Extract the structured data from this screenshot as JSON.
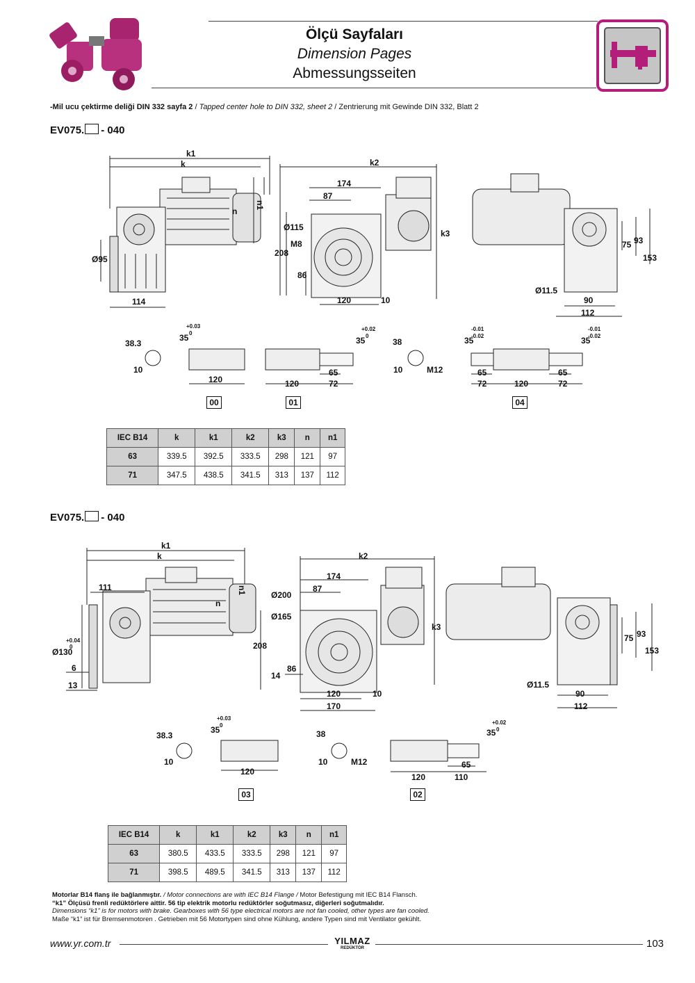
{
  "header": {
    "title_tr": "Ölçü Sayfaları",
    "title_en": "Dimension Pages",
    "title_de": "Abmessungsseiten",
    "icon": "caliper-icon",
    "accent": "#b21e7a"
  },
  "note": {
    "tr": "-Mil ucu çektirme deliği DIN 332 sayfa 2",
    "sep1": "/",
    "en": "Tapped center hole to DIN 332, sheet 2",
    "sep2": "/",
    "de": "Zentrierung mit Gewinde DIN 332, Blatt 2"
  },
  "section1": {
    "title_pre": "EV075.",
    "title_post": "- 040",
    "labels": {
      "k1": "k1",
      "k": "k",
      "k2": "k2",
      "n": "n",
      "n1": "n1",
      "k3": "k3",
      "d95": "Ø95",
      "d114": "114",
      "d174": "174",
      "d87": "87",
      "d115": "Ø115",
      "m8": "M8",
      "d208": "208",
      "d86": "86",
      "d120": "120",
      "d10": "10",
      "d75": "75",
      "d93": "93",
      "d153": "153",
      "d115b": "Ø11.5",
      "d90": "90",
      "d112": "112"
    },
    "shaft": {
      "s383": "38.3",
      "s10": "10",
      "s35a": "35",
      "tol_a_up": "+0.03",
      "tol_a_dn": "0",
      "s120a": "120",
      "s120b": "120",
      "s65a": "65",
      "s72a": "72",
      "s35b": "35",
      "tol_b_up": "+0.02",
      "tol_b_dn": "0",
      "s38": "38",
      "s10b": "10",
      "m12": "M12",
      "s35c": "35",
      "tol_c_up": "-0.01",
      "tol_c_dn": "-0.02",
      "s65b": "65",
      "s72b": "72",
      "s120c": "120",
      "s65c": "65",
      "s72c": "72",
      "s35d": "35",
      "tol_d_up": "-0.01",
      "tol_d_dn": "-0.02"
    },
    "codes": [
      "00",
      "01",
      "04"
    ],
    "table": {
      "headers": [
        "IEC B14",
        "k",
        "k1",
        "k2",
        "k3",
        "n",
        "n1"
      ],
      "rows": [
        [
          "63",
          "339.5",
          "392.5",
          "333.5",
          "298",
          "121",
          "97"
        ],
        [
          "71",
          "347.5",
          "438.5",
          "341.5",
          "313",
          "137",
          "112"
        ]
      ]
    }
  },
  "section2": {
    "title_pre": "EV075.",
    "title_post": "- 040",
    "labels": {
      "k1": "k1",
      "k": "k",
      "k2": "k2",
      "n": "n",
      "n1": "n1",
      "k3": "k3",
      "d111": "111",
      "d130": "Ø130",
      "tol_up": "+0.04",
      "tol_dn": "0",
      "d6": "6",
      "d13": "13",
      "d174": "174",
      "d87": "87",
      "d200": "Ø200",
      "d165": "Ø165",
      "d208": "208",
      "d14": "14",
      "d86": "86",
      "d120": "120",
      "d170": "170",
      "d10": "10",
      "d75": "75",
      "d93": "93",
      "d153": "153",
      "d115b": "Ø11.5",
      "d90": "90",
      "d112": "112"
    },
    "shaft": {
      "s383": "38.3",
      "s10": "10",
      "s35a": "35",
      "tol_a_up": "+0.03",
      "tol_a_dn": "0",
      "s120a": "120",
      "s38": "38",
      "s10b": "10",
      "m12": "M12",
      "s120b": "120",
      "s65": "65",
      "s110": "110",
      "s35b": "35",
      "tol_b_up": "+0.02",
      "tol_b_dn": "0"
    },
    "codes": [
      "03",
      "02"
    ],
    "table": {
      "headers": [
        "IEC B14",
        "k",
        "k1",
        "k2",
        "k3",
        "n",
        "n1"
      ],
      "rows": [
        [
          "63",
          "380.5",
          "433.5",
          "333.5",
          "298",
          "121",
          "97"
        ],
        [
          "71",
          "398.5",
          "489.5",
          "341.5",
          "313",
          "137",
          "112"
        ]
      ]
    }
  },
  "footer_notes": {
    "line1_b": "Motorlar B14 flanş ile bağlanmıştır.",
    "line1_i": " / Motor connections are with IEC B14 Flange /",
    "line1_n": " Motor Befestigung mit IEC B14 Flansch.",
    "line2": "“k1” Ölçüsü frenli redüktörlere aittir. 56 tip elektrik motorlu redüktörler soğutmasız, diğerleri soğutmalıdır.",
    "line3": "Dimensions “k1” is for motors with brake. Gearboxes with 56 type electrical motors are not fan cooled, other types are fan cooled.",
    "line4": "Maße “k1” ist für Bremsenmotoren . Getrieben mit 56 Motortypen sind ohne Kühlung, andere Typen sind mit Ventilator gekühlt."
  },
  "footer": {
    "url": "www.yr.com.tr",
    "brand": "YILMAZ",
    "brand_sub": "REDÜKTÖR",
    "page": "103"
  }
}
